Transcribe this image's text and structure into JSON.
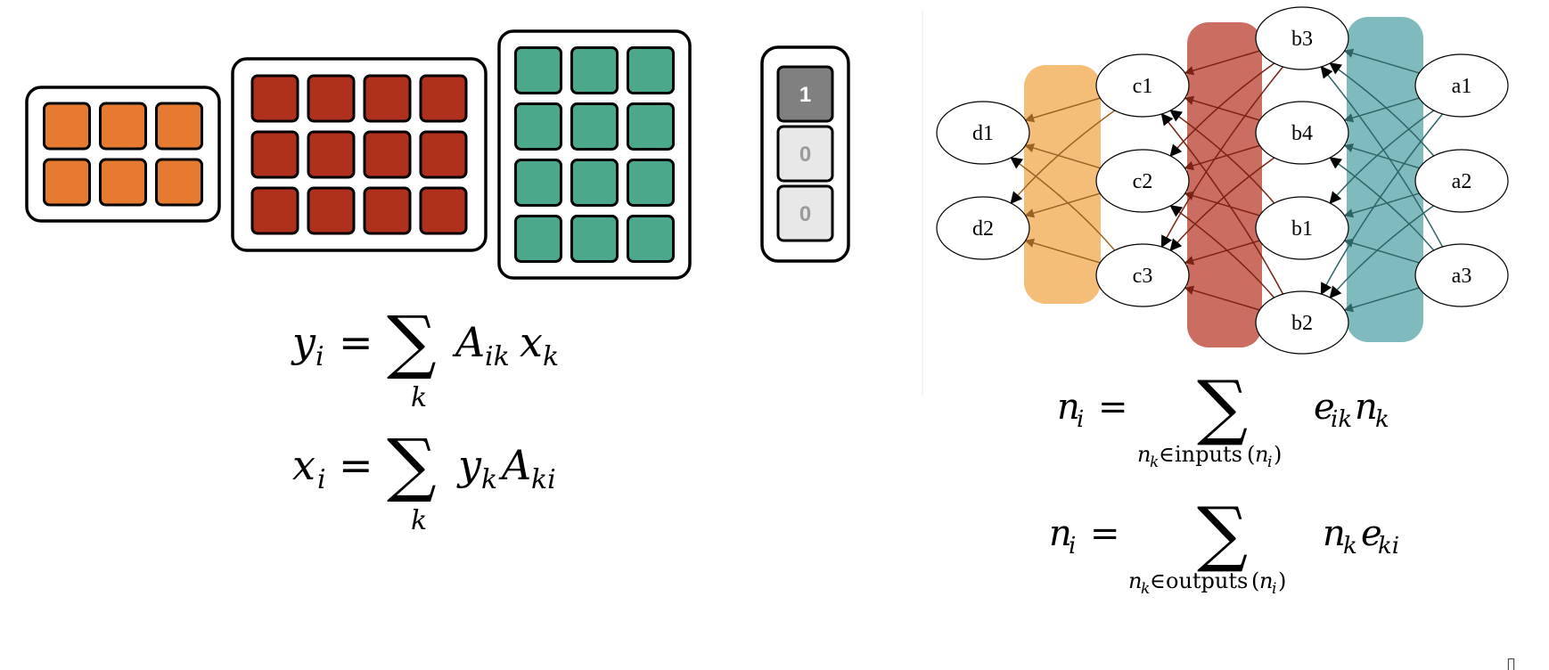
{
  "colors": {
    "orange": "#E67A31",
    "red": "#B0301E",
    "green": "#4BA88C",
    "bit_on": "#808080",
    "bit_off": "#E8E8E8",
    "band_d_c": "#F5BE78",
    "band_c_b": "#CB6D60",
    "band_b_a": "#7FBBBE",
    "edge_d_c": "#9A6224",
    "edge_c_b": "#7A2214",
    "edge_b_a": "#2F6467"
  },
  "matrices": [
    {
      "name": "orange-matrix",
      "rows": 2,
      "cols": 3,
      "color_key": "orange"
    },
    {
      "name": "red-matrix",
      "rows": 3,
      "cols": 4,
      "color_key": "red"
    },
    {
      "name": "green-matrix",
      "rows": 4,
      "cols": 3,
      "color_key": "green"
    }
  ],
  "bit_vector": [
    "1",
    "0",
    "0"
  ],
  "graph": {
    "nodes": [
      "d1",
      "d2",
      "c1",
      "c2",
      "c3",
      "b3",
      "b4",
      "b1",
      "b2",
      "a1",
      "a2",
      "a3"
    ],
    "edges": [
      [
        "c1",
        "d1"
      ],
      [
        "c1",
        "d2"
      ],
      [
        "c2",
        "d1"
      ],
      [
        "c2",
        "d2"
      ],
      [
        "c3",
        "d1"
      ],
      [
        "c3",
        "d2"
      ],
      [
        "b3",
        "c1"
      ],
      [
        "b3",
        "c2"
      ],
      [
        "b3",
        "c3"
      ],
      [
        "b4",
        "c1"
      ],
      [
        "b4",
        "c2"
      ],
      [
        "b4",
        "c3"
      ],
      [
        "b1",
        "c1"
      ],
      [
        "b1",
        "c2"
      ],
      [
        "b1",
        "c3"
      ],
      [
        "b2",
        "c1"
      ],
      [
        "b2",
        "c2"
      ],
      [
        "b2",
        "c3"
      ],
      [
        "a1",
        "b3"
      ],
      [
        "a1",
        "b4"
      ],
      [
        "a1",
        "b1"
      ],
      [
        "a1",
        "b2"
      ],
      [
        "a2",
        "b3"
      ],
      [
        "a2",
        "b4"
      ],
      [
        "a2",
        "b1"
      ],
      [
        "a2",
        "b2"
      ],
      [
        "a3",
        "b3"
      ],
      [
        "a3",
        "b4"
      ],
      [
        "a3",
        "b1"
      ],
      [
        "a3",
        "b2"
      ]
    ]
  },
  "equations": {
    "eq1": {
      "lhs_var": "y",
      "lhs_sub": "i",
      "eq": "=",
      "sum": "∑",
      "limit": "k",
      "t1": "A",
      "t1_sub": "ik",
      "t2": "x",
      "t2_sub": "k"
    },
    "eq2": {
      "lhs_var": "x",
      "lhs_sub": "i",
      "eq": "=",
      "sum": "∑",
      "limit": "k",
      "t1": "y",
      "t1_sub": "k",
      "t2": "A",
      "t2_sub": "ki"
    },
    "eq3": {
      "lhs_var": "n",
      "lhs_sub": "i",
      "eq": "=",
      "sum": "∑",
      "limit_var": "n",
      "limit_sub": "k",
      "limit_in": "∈",
      "limit_fn": "inputs",
      "limit_arg_var": "n",
      "limit_arg_sub": "i",
      "t1": "e",
      "t1_sub": "ik",
      "t2": "n",
      "t2_sub": "k"
    },
    "eq4": {
      "lhs_var": "n",
      "lhs_sub": "i",
      "eq": "=",
      "sum": "∑",
      "limit_var": "n",
      "limit_sub": "k",
      "limit_in": "∈",
      "limit_fn": "outputs",
      "limit_arg_var": "n",
      "limit_arg_sub": "i",
      "t1": "n",
      "t1_sub": "k",
      "t2": "e",
      "t2_sub": "ki"
    }
  },
  "corner_glyph": "▯"
}
